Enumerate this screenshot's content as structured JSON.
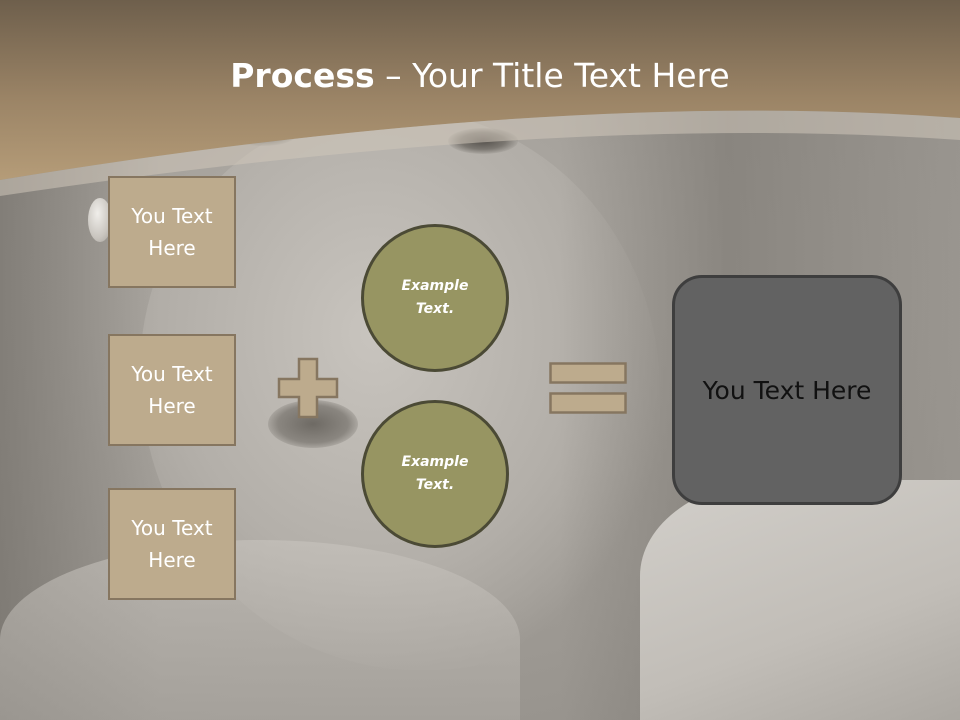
{
  "slide": {
    "title_bold": "Process",
    "title_rest": " – Your Title Text Here"
  },
  "left_boxes": [
    {
      "label": "You Text Here"
    },
    {
      "label": "You Text Here"
    },
    {
      "label": "You Text Here"
    }
  ],
  "circles": [
    {
      "label": "Example Text."
    },
    {
      "label": "Example Text."
    }
  ],
  "result": {
    "label": "You Text Here"
  },
  "icons": {
    "plus": "plus-icon",
    "equals": "equals-icon"
  },
  "colors": {
    "header": "#8a7457",
    "box_fill": "#bdab8d",
    "box_border": "#867660",
    "circle_fill": "#979562",
    "circle_border": "#4b4a35",
    "result_fill": "#626262",
    "result_border": "#3e3e3e"
  }
}
